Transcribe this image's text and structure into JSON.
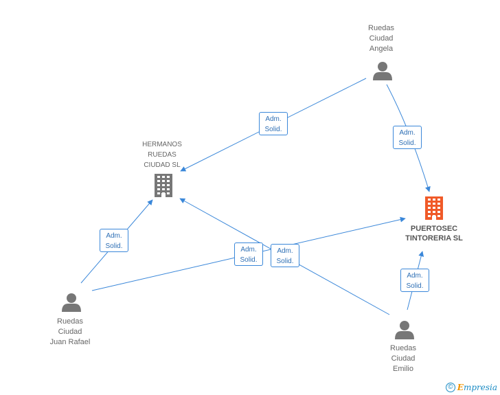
{
  "nodes": {
    "hermanos": {
      "label": "HERMANOS\nRUEDAS\nCIUDAD SL",
      "type": "company"
    },
    "puertosec": {
      "label": "PUERTOSEC\nTINTORERIA SL",
      "type": "company-focus"
    },
    "angela": {
      "label": "Ruedas\nCiudad\nAngela",
      "type": "person"
    },
    "juan": {
      "label": "Ruedas\nCiudad\nJuan Rafael",
      "type": "person"
    },
    "emilio": {
      "label": "Ruedas\nCiudad\nEmilio",
      "type": "person"
    }
  },
  "edges": [
    {
      "id": "e1",
      "from": "angela",
      "to": "hermanos",
      "label": "Adm.\nSolid."
    },
    {
      "id": "e2",
      "from": "angela",
      "to": "puertosec",
      "label": "Adm.\nSolid."
    },
    {
      "id": "e3",
      "from": "juan",
      "to": "hermanos",
      "label": "Adm.\nSolid."
    },
    {
      "id": "e4",
      "from": "juan",
      "to": "puertosec",
      "label": "Adm.\nSolid."
    },
    {
      "id": "e5",
      "from": "emilio",
      "to": "hermanos",
      "label": "Adm.\nSolid."
    },
    {
      "id": "e6",
      "from": "emilio",
      "to": "puertosec",
      "label": "Adm.\nSolid."
    }
  ],
  "colors": {
    "edge": "#3a87d9",
    "person": "#777777",
    "company": "#777777",
    "focus": "#f05a28"
  },
  "footer": {
    "copyright_symbol": "©",
    "brand_initial": "E",
    "brand_rest": "mpresia"
  }
}
